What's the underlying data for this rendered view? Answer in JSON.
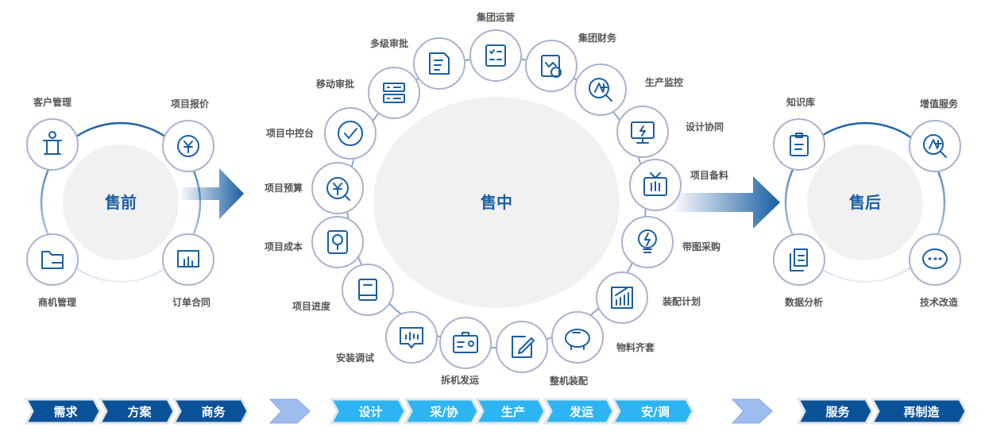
{
  "colors": {
    "dark": "#0b5399",
    "light": "#2cb5f2",
    "spacer": "#9fbcee",
    "ring": "#1a5ea3",
    "hub_fill": "#f1f1f1"
  },
  "presale": {
    "title": "售前",
    "nodes": [
      {
        "label": "客户管理",
        "icon": "podium-icon"
      },
      {
        "label": "项目报价",
        "icon": "yen-cycle-icon"
      },
      {
        "label": "商机管理",
        "icon": "folder-icon"
      },
      {
        "label": "订单合同",
        "icon": "chart-board-icon"
      }
    ]
  },
  "insale": {
    "title": "售中",
    "nodes": [
      {
        "label": "集团运营",
        "icon": "checklist-icon"
      },
      {
        "label": "集团财务",
        "icon": "finance-report-icon"
      },
      {
        "label": "生产监控",
        "icon": "search-plus-icon"
      },
      {
        "label": "设计协同",
        "icon": "monitor-icon"
      },
      {
        "label": "项目备料",
        "icon": "tv-bars-icon"
      },
      {
        "label": "带图采购",
        "icon": "lightbulb-icon"
      },
      {
        "label": "装配计划",
        "icon": "growth-chart-icon"
      },
      {
        "label": "物料齐套",
        "icon": "piggy-bank-icon"
      },
      {
        "label": "整机装配",
        "icon": "edit-icon"
      },
      {
        "label": "拆机发运",
        "icon": "id-card-icon"
      },
      {
        "label": "安装调试",
        "icon": "message-bars-icon"
      },
      {
        "label": "项目进度",
        "icon": "book-icon"
      },
      {
        "label": "项目成本",
        "icon": "lock-panel-icon"
      },
      {
        "label": "项目预算",
        "icon": "yen-search-icon"
      },
      {
        "label": "项目中控台",
        "icon": "check-circle-icon"
      },
      {
        "label": "移动审批",
        "icon": "server-icon"
      },
      {
        "label": "多级审批",
        "icon": "document-link-icon"
      }
    ]
  },
  "aftersale": {
    "title": "售后",
    "nodes": [
      {
        "label": "知识库",
        "icon": "clipboard-star-icon"
      },
      {
        "label": "增值服务",
        "icon": "search-plus-icon"
      },
      {
        "label": "数据分析",
        "icon": "documents-icon"
      },
      {
        "label": "技术改造",
        "icon": "chat-icon"
      }
    ]
  },
  "process": {
    "presale": [
      "需求",
      "方案",
      "商务"
    ],
    "insale": [
      "设计",
      "采/协",
      "生产",
      "发运",
      "安/调"
    ],
    "aftersale": [
      "服务",
      "再制造"
    ]
  }
}
